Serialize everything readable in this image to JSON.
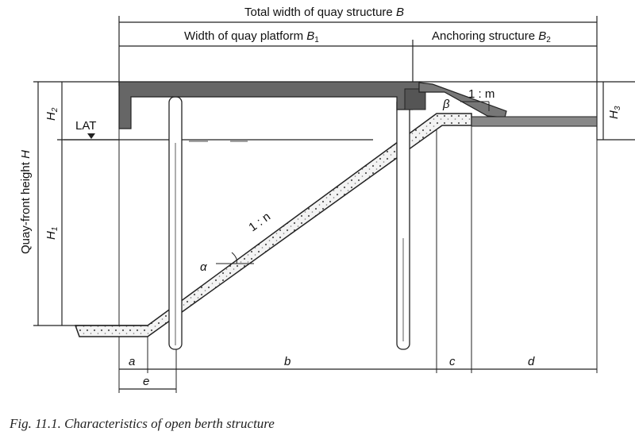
{
  "dimensions": {
    "total_width": "Total width of quay structure",
    "total_width_sym": "B",
    "platform_width": "Width of quay platform",
    "platform_width_sym": "B",
    "platform_width_sub": "1",
    "anchoring": "Anchoring structure",
    "anchoring_sym": "B",
    "anchoring_sub": "2",
    "quay_front_height": "Quay-front height",
    "quay_front_height_sym": "H"
  },
  "symbols": {
    "h1": "H",
    "h1_sub": "1",
    "h2": "H",
    "h2_sub": "2",
    "h3": "H",
    "h3_sub": "3",
    "lat": "LAT",
    "slope_n": "1 : n",
    "slope_m": "1 : m",
    "alpha": "α",
    "beta": "β",
    "a": "a",
    "b": "b",
    "c": "c",
    "d": "d",
    "e": "e"
  },
  "caption": "Fig. 11.1.  Characteristics of open berth structure"
}
